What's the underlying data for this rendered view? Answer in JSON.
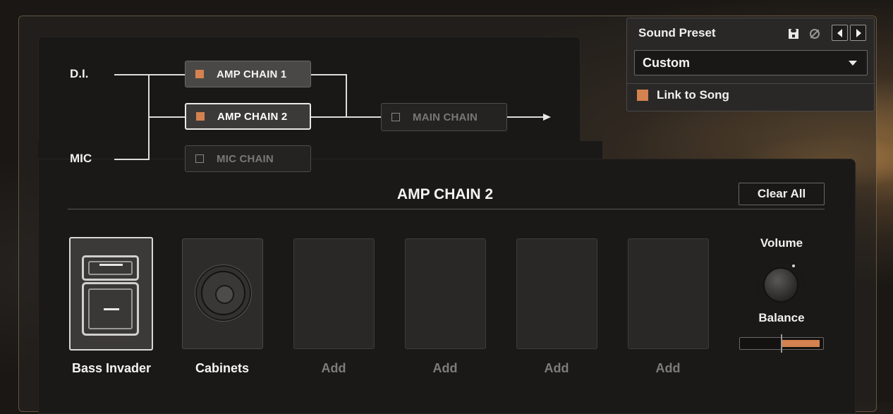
{
  "routing": {
    "inputs": [
      {
        "label": "D.I."
      },
      {
        "label": "MIC"
      }
    ],
    "chains": [
      {
        "label": "AMP CHAIN 1",
        "state": "active"
      },
      {
        "label": "AMP CHAIN 2",
        "state": "selected"
      },
      {
        "label": "MIC CHAIN",
        "state": "off"
      },
      {
        "label": "MAIN CHAIN",
        "state": "off"
      }
    ]
  },
  "preset": {
    "title": "Sound Preset",
    "selected": "Custom",
    "link_label": "Link to Song",
    "link_checked": true,
    "icons": [
      "save-icon",
      "cancel-icon",
      "prev-arrow-icon",
      "next-arrow-icon"
    ]
  },
  "editor": {
    "title": "AMP CHAIN 2",
    "clear_label": "Clear All",
    "slots": [
      {
        "label": "Bass Invader",
        "type": "amp",
        "icon": "amp-icon"
      },
      {
        "label": "Cabinets",
        "type": "cabinet",
        "icon": "speaker-icon"
      },
      {
        "label": "Add",
        "type": "empty"
      },
      {
        "label": "Add",
        "type": "empty"
      },
      {
        "label": "Add",
        "type": "empty"
      },
      {
        "label": "Add",
        "type": "empty"
      }
    ],
    "volume_label": "Volume",
    "balance_label": "Balance",
    "balance_value": 0.95
  },
  "colors": {
    "accent": "#d4824f",
    "panel": "#1b1917"
  }
}
